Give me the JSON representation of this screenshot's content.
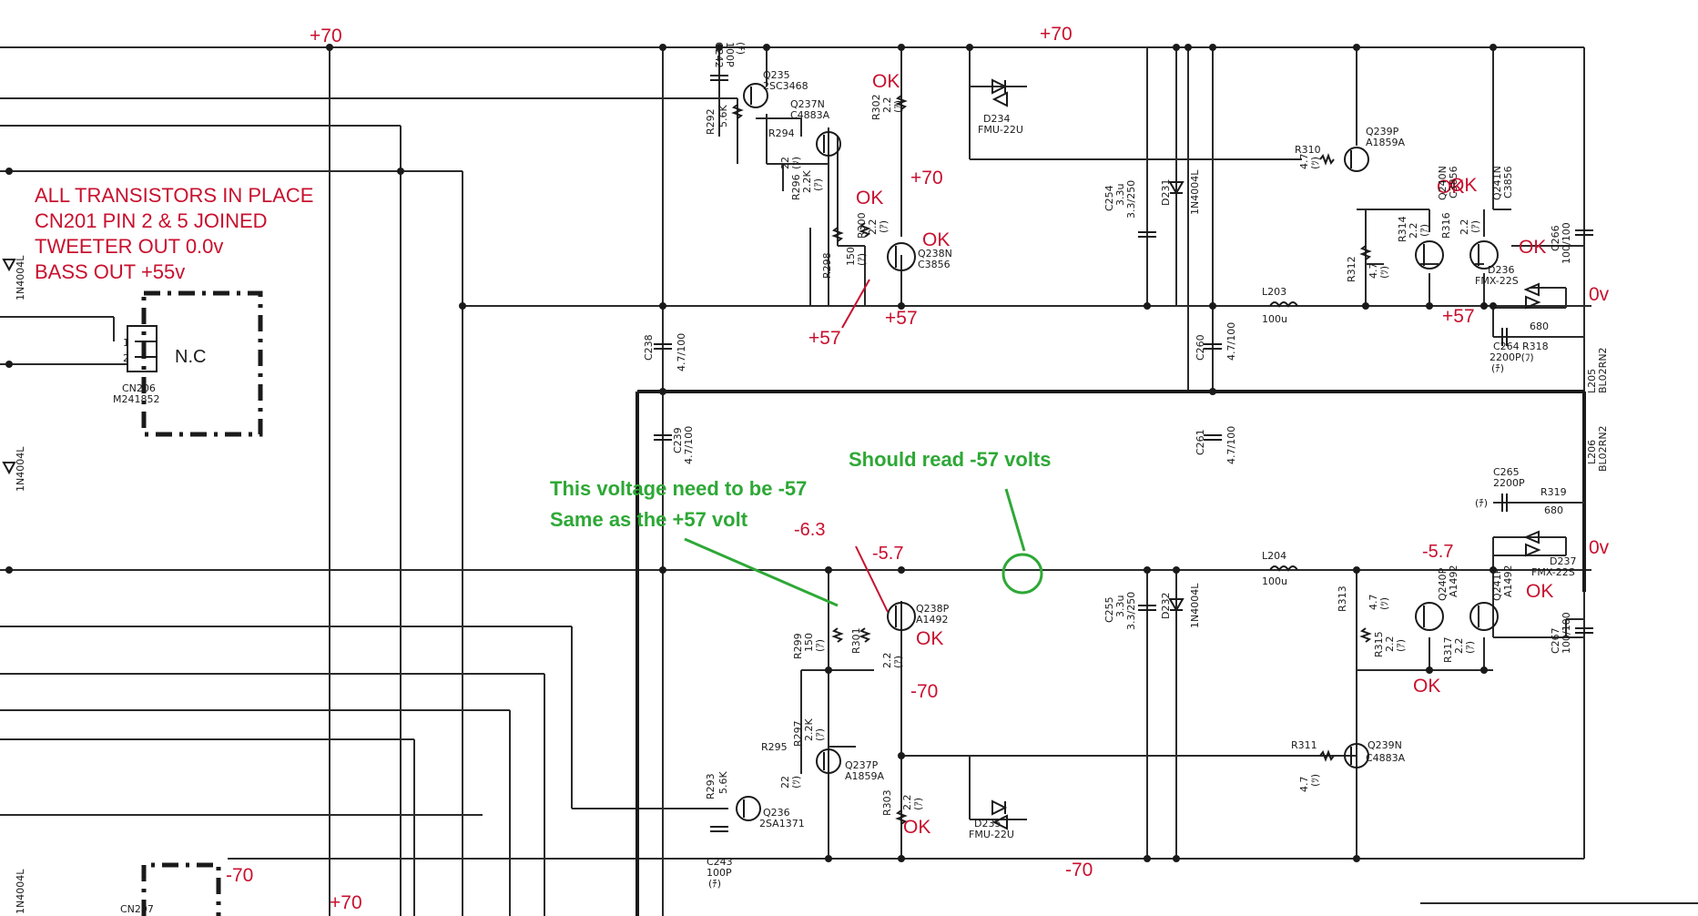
{
  "notes": [
    "ALL TRANSISTORS IN PLACE",
    "CN201 PIN 2 & 5 JOINED",
    "TWEETER OUT 0.0v",
    "BASS OUT +55v"
  ],
  "annotations": {
    "green_1a": "This voltage need to be -57",
    "green_1b": "Same as  the +57 volt",
    "green_2": "Should read -57 volts"
  },
  "red_labels": {
    "p70_a": "+70",
    "p70_b": "+70",
    "p70_c": "+70",
    "p70_d": "+70",
    "ok_1": "OK",
    "ok_2": "OK",
    "ok_3": "OK",
    "ok_4": "OK",
    "ok_5": "OK",
    "ok_6": "OK",
    "ok_7": "OK",
    "ok_8": "OK",
    "ok_9": "OK",
    "ok_10": "OK",
    "p57_a": "+57",
    "p57_b": "+57",
    "p57_c": "+57",
    "zero_a": "0v",
    "zero_b": "0v",
    "m63": "-6.3",
    "m57_a": "-5.7",
    "m57_b": "-5.7",
    "m70_a": "-70",
    "m70_b": "-70",
    "m70_c": "-70"
  },
  "nc_label": "N.C",
  "connectors": {
    "cn206": "CN206",
    "cn206_part": "M241852",
    "pin1": "1",
    "pin2": "2",
    "cn207": "CN207"
  },
  "components": {
    "c242": "C242",
    "c242_v": "100P",
    "c242_t": "(ﾁ)",
    "q235": "Q235",
    "q235_p": "2SC3468",
    "q237n": "Q237N",
    "q237n_p": "C4883A",
    "r292": "R292",
    "r292_v": "5.6K",
    "r294": "R294",
    "r294_v": "22",
    "r294_t": "(ﾂ)",
    "r296": "R296",
    "r296_v": "2.2K",
    "r296_t": "(ｱ)",
    "r302": "R302",
    "r302_v": "2.2",
    "r302_t": "(ｱ)",
    "d234": "D234",
    "d234_p": "FMU-22U",
    "r298": "R298",
    "r298_v": "150",
    "r298_t": "(ｱ)",
    "r300": "R300",
    "r300_v": "2.2",
    "r300_t": "(ｱ)",
    "q238n": "Q238N",
    "q238n_p": "C3856",
    "c254": "C254",
    "c254_v": "3.3u",
    "c254_r": "3.3/250",
    "d231": "D231",
    "d231_p": "1N4004L",
    "r310": "R310",
    "r310_v": "4.7",
    "r310_t": "(ﾂ)",
    "q239p": "Q239P",
    "q239p_p": "A1859A",
    "q240n": "Q240N",
    "q240n_p": "C3856",
    "q241n": "Q241N",
    "q241n_p": "C3856",
    "r312": "R312",
    "r312_v": "4.7",
    "r312_t": "(ﾂ)",
    "r314": "R314",
    "r314_v": "2.2",
    "r314_t": "(ｱ)",
    "r316": "R316",
    "r316_v": "2.2",
    "r316_t": "(ｱ)",
    "c266": "C266",
    "c266_v": "100/100",
    "d236": "D236",
    "d236_p": "FMX-22S",
    "l203": "L203",
    "l203_v": "100u",
    "c264": "C264",
    "c264_v": "2200P(ﾌ)",
    "c264_t": "(ﾁ)",
    "r318": "R318",
    "r318_v": "680",
    "l205": "L205",
    "l205_p": "BL02RN2",
    "l206": "L206",
    "l206_p": "BL02RN2",
    "c238": "C238",
    "c238_v": "4.7/100",
    "c239": "C239",
    "c239_v": "4.7/100",
    "c260": "C260",
    "c260_v": "4.7/100",
    "c261": "C261",
    "c261_v": "4.7/100",
    "c265": "C265",
    "c265_v": "2200P",
    "c265_t": "(ﾁ)",
    "r319": "R319",
    "r319_v": "680",
    "d237": "D237",
    "d237_p": "FMX-22S",
    "l204": "L204",
    "l204_v": "100u",
    "c255": "C255",
    "c255_v": "3.3u",
    "c255_r": "3.3/250",
    "d232": "D232",
    "d232_p": "1N4004L",
    "q238p": "Q238P",
    "q238p_p": "A1492",
    "r299": "R299",
    "r299_v": "150",
    "r299_t": "(ｱ)",
    "r301": "R301",
    "r301_v": "2.2",
    "r301_t": "(ｱ)",
    "r313": "R313",
    "r313_v": "4.7",
    "r313_t": "(ﾂ)",
    "r315": "R315",
    "r315_v": "2.2",
    "r315_t": "(ｱ)",
    "r317": "R317",
    "r317_v": "2.2",
    "r317_t": "(ｱ)",
    "q240p": "Q240P",
    "q240p_p": "A1492",
    "q241p": "Q241P",
    "q241p_p": "A1492",
    "c267": "C267",
    "c267_v": "100/100",
    "r297": "R297",
    "r297_v": "2.2K",
    "r297_t": "(ｱ)",
    "r295": "R295",
    "r295_v": "22",
    "r295_t": "(ﾂ)",
    "q237p": "Q237P",
    "q237p_p": "A1859A",
    "r293": "R293",
    "r293_v": "5.6K",
    "q236": "Q236",
    "q236_p": "2SA1371",
    "r303": "R303",
    "r303_v": "2.2",
    "r303_t": "(ｱ)",
    "d235": "D235",
    "d235_p": "FMU-22U",
    "r311": "R311",
    "r311_v": "4.7",
    "r311_t": "(ﾂ)",
    "q239n": "Q239N",
    "q239n_p": "C4883A",
    "c243": "C243",
    "c243_v": "100P",
    "c243_t": "(ﾁ)",
    "d_left1": "1N4004L",
    "d_left2": "1N4004L",
    "d_left3": "1N4004L"
  }
}
